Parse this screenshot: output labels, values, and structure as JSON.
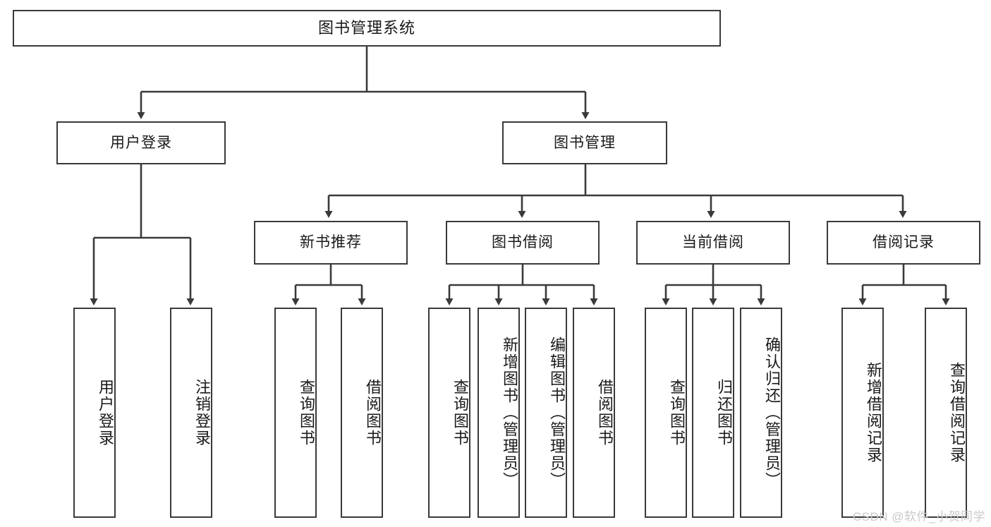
{
  "diagram": {
    "title": "图书管理系统",
    "watermark": "CSDN @软件_小贺同学",
    "line_color": "#3a3a3a",
    "box_fill": "#ffffff",
    "text_color": "#1a1a1a",
    "watermark_color": "#c9c9c9",
    "type": "tree-hierarchy-diagram"
  },
  "nodes": {
    "root": {
      "label": "图书管理系统"
    },
    "level2": [
      {
        "label": "用户登录"
      },
      {
        "label": "图书管理"
      }
    ],
    "level3": [
      {
        "label": "新书推荐"
      },
      {
        "label": "图书借阅"
      },
      {
        "label": "当前借阅"
      },
      {
        "label": "借阅记录"
      }
    ],
    "leaves": {
      "user_login": [
        {
          "label": "用户登录"
        },
        {
          "label": "注销登录"
        }
      ],
      "new_book_recommend": [
        {
          "label": "查询图书"
        },
        {
          "label": "借阅图书"
        }
      ],
      "book_borrow": [
        {
          "label": "查询图书"
        },
        {
          "label": "新增图书（管理员）"
        },
        {
          "label": "编辑图书（管理员）"
        },
        {
          "label": "借阅图书"
        }
      ],
      "current_borrow": [
        {
          "label": "查询图书"
        },
        {
          "label": "归还图书"
        },
        {
          "label": "确认归还（管理员）"
        }
      ],
      "borrow_record": [
        {
          "label": "新增借阅记录"
        },
        {
          "label": "查询借阅记录"
        }
      ]
    }
  }
}
